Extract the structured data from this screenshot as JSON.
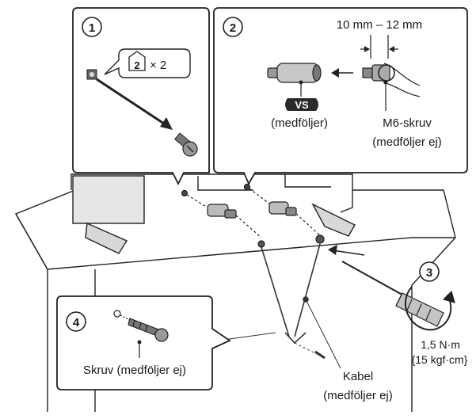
{
  "steps": {
    "step1": {
      "number": "1",
      "part_symbol": "2",
      "count": "× 2"
    },
    "step2": {
      "number": "2",
      "dimension": "10 mm – 12 mm",
      "vs_badge": "VS",
      "vs_note": "(medföljer)",
      "screw_name": "M6-skruv",
      "screw_note": "(medföljer ej)"
    },
    "step3": {
      "number": "3",
      "torque_nm": "1,5 N·m",
      "torque_kgf": "{15 kgf·cm}"
    },
    "step4": {
      "number": "4",
      "screw_label": "Skruv (medföljer ej)"
    }
  },
  "cable": {
    "label": "Kabel",
    "note": "(medföljer ej)"
  }
}
